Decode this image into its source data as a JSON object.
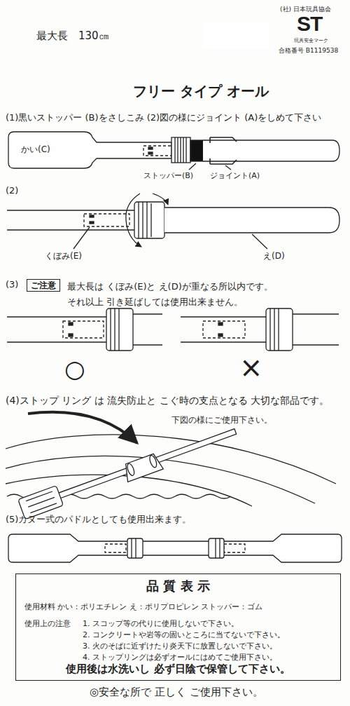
{
  "diagram": {
    "title": "フリー タイプ オール",
    "nodes": [
      {
        "text": [
          "ご注意"
        ]
      },
      {
        "text": [
          "品 質 表 示",
          "使用材料 かい：ポリエチレン え：ポリプロピレン ストッパー：ゴム",
          "使用上の注意",
          "1. スコップ等の代りに使用しないで下さい。",
          "2. コンクリートや岩等の固いところに当てないで下さい。",
          "3. 火のそばに近ずけたり炎天下に放置しないで下さい。",
          "4. ストップリングは必ずオールにはめてご使用下さい。",
          "使用後は水洗いし 必ず日陰で保管して下さい。"
        ]
      }
    ],
    "labels": [
      "(社) 日本玩具協会",
      "ST",
      "玩具安全マーク",
      "合格番号 B1119538",
      "最大長　130㎝",
      "(1)黒いストッパー (B)をさしこみ (2)図の様にジョイント (A)をしめて下さい",
      "かい(C)",
      "ストッパー(B)",
      "ジョイント(A)",
      "(2)",
      "くぼみ(E)",
      "え(D)",
      "(3)",
      "最大長は くぼみ(E)と え(D)が重なる所以内です。 それ以上 引き延ばしては使用出来ません。",
      "○",
      "×",
      "(4)ストップ リング は 流失防止と こぐ時の支点となる 大切な部品です。",
      "下図の様にご使用下さい。",
      "(5)カヌー式のパドルとしても使用出来ます。",
      "◎安全な所で 正しく ご使用下さい。"
    ]
  }
}
